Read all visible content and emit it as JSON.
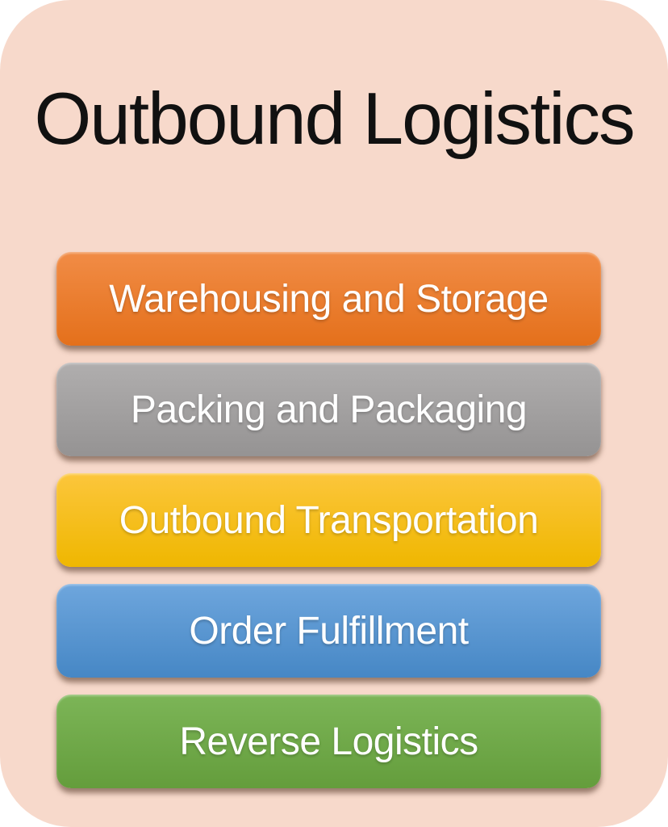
{
  "title": "Outbound Logistics",
  "colors": {
    "card_background": "#F7D9CB",
    "title_text": "#111111",
    "bar_text": "#FFFFFF"
  },
  "items": [
    {
      "label": "Warehousing and Storage",
      "color_top": "#F18C46",
      "color_bottom": "#E4701B"
    },
    {
      "label": "Packing and Packaging",
      "color_top": "#B0AEAE",
      "color_bottom": "#959393"
    },
    {
      "label": "Outbound Transportation",
      "color_top": "#FCC63C",
      "color_bottom": "#EFB700"
    },
    {
      "label": "Order Fulfillment",
      "color_top": "#6EA6DD",
      "color_bottom": "#4687C5"
    },
    {
      "label": "Reverse Logistics",
      "color_top": "#7CB557",
      "color_bottom": "#649D3C"
    }
  ]
}
